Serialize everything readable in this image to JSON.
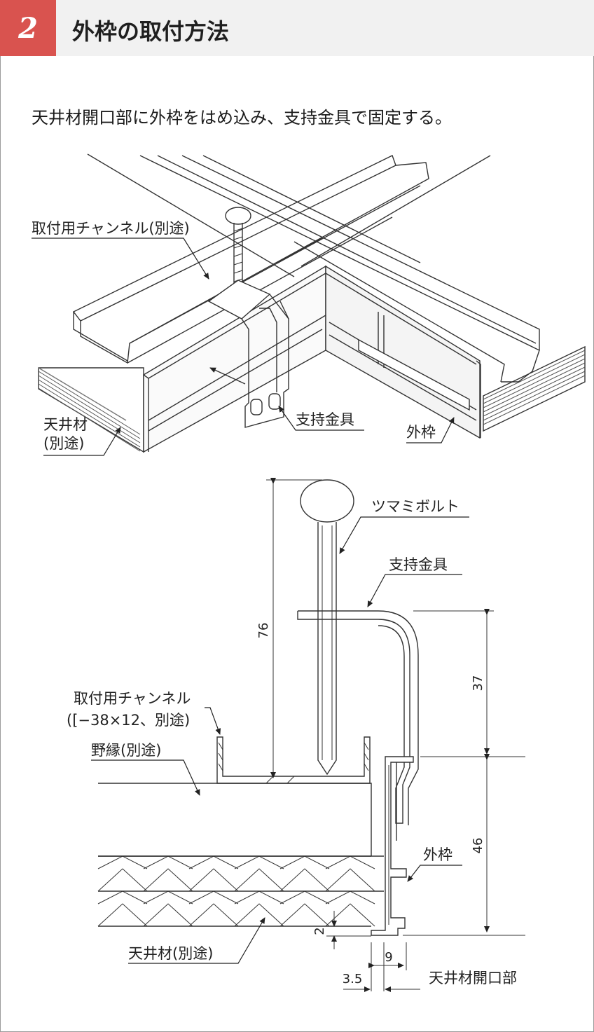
{
  "header": {
    "step_number": "2",
    "title": "外枠の取付方法",
    "accent_color": "#d9534f"
  },
  "instruction": "天井材開口部に外枠をはめ込み、支持金具で固定する。",
  "iso_view": {
    "labels": {
      "channel": "取付用チャンネル(別途)",
      "ceiling_line1": "天井材",
      "ceiling_line2": "(別途)",
      "bracket": "支持金具",
      "frame": "外枠"
    }
  },
  "section_view": {
    "labels": {
      "knob_bolt": "ツマミボルト",
      "bracket": "支持金具",
      "channel_line1": "取付用チャンネル",
      "channel_line2": "([−38×12、別途)",
      "furring": "野縁(別途)",
      "frame": "外枠",
      "ceiling": "天井材(別途)",
      "opening": "天井材開口部"
    },
    "dimensions": {
      "bolt_height": "76",
      "bracket_height": "37",
      "frame_height": "46",
      "lip": "2",
      "width_9": "9",
      "width_3_5": "3.5"
    }
  }
}
